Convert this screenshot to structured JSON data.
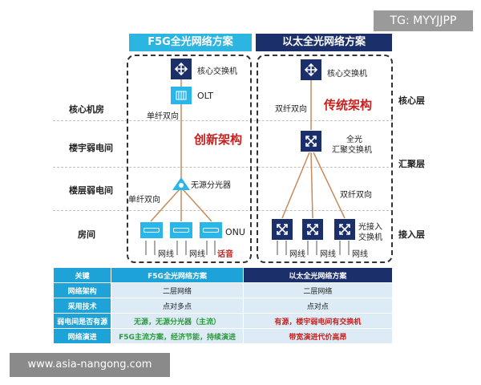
{
  "watermark_top": "TG: MYYJJPP",
  "watermark_bottom": "www.asia-nangong.com",
  "headers": {
    "f5g": "F5G全光网络方案",
    "ethernet": "以太全光网络方案"
  },
  "left_rows": [
    "核心机房",
    "楼宇弱电间",
    "楼层弱电间",
    "房间"
  ],
  "right_rows": [
    "核心层",
    "汇聚层",
    "接入层"
  ],
  "f5g": {
    "core_switch": "核心交换机",
    "olt": "OLT",
    "fiber_1": "单纤双向",
    "innovation": "创新架构",
    "splitter": "无源分光器",
    "fiber_2": "单纤双向",
    "onu": "ONU",
    "net_a": "网线",
    "net_b": "网线",
    "voice": "话音"
  },
  "ethernet": {
    "core_switch": "核心交换机",
    "fiber_1": "双纤双向",
    "traditional": "传统架构",
    "agg_switch_1": "全光",
    "agg_switch_2": "汇聚交换机",
    "fiber_2": "双纤双向",
    "access_switch_1": "光接入",
    "access_switch_2": "交换机",
    "net_a": "网线",
    "net_b": "网线",
    "net_c": "网线"
  },
  "table": {
    "head": [
      "关键",
      "F5G全光网络方案",
      "以太全光网络方案"
    ],
    "rows": [
      {
        "key": "网络架构",
        "f5g": "二层网络",
        "eth": "二层网络"
      },
      {
        "key": "采用技术",
        "f5g": "点对多点",
        "eth": "点对点"
      },
      {
        "key": "弱电间是否有源",
        "f5g": "无源，无源分光器（主流）",
        "eth": "有源，楼宇弱电间有交换机"
      },
      {
        "key": "网络演进",
        "f5g": "F5G主流方案，经济节能，持续演进",
        "eth": "带宽演进代价高昂"
      }
    ]
  },
  "colors": {
    "f5g_blue": "#2bb5e0",
    "eth_navy": "#1b2f6b",
    "accent_red": "#c8201e",
    "ok_green": "#2b9a3a",
    "line_brown": "#c98a5a"
  }
}
